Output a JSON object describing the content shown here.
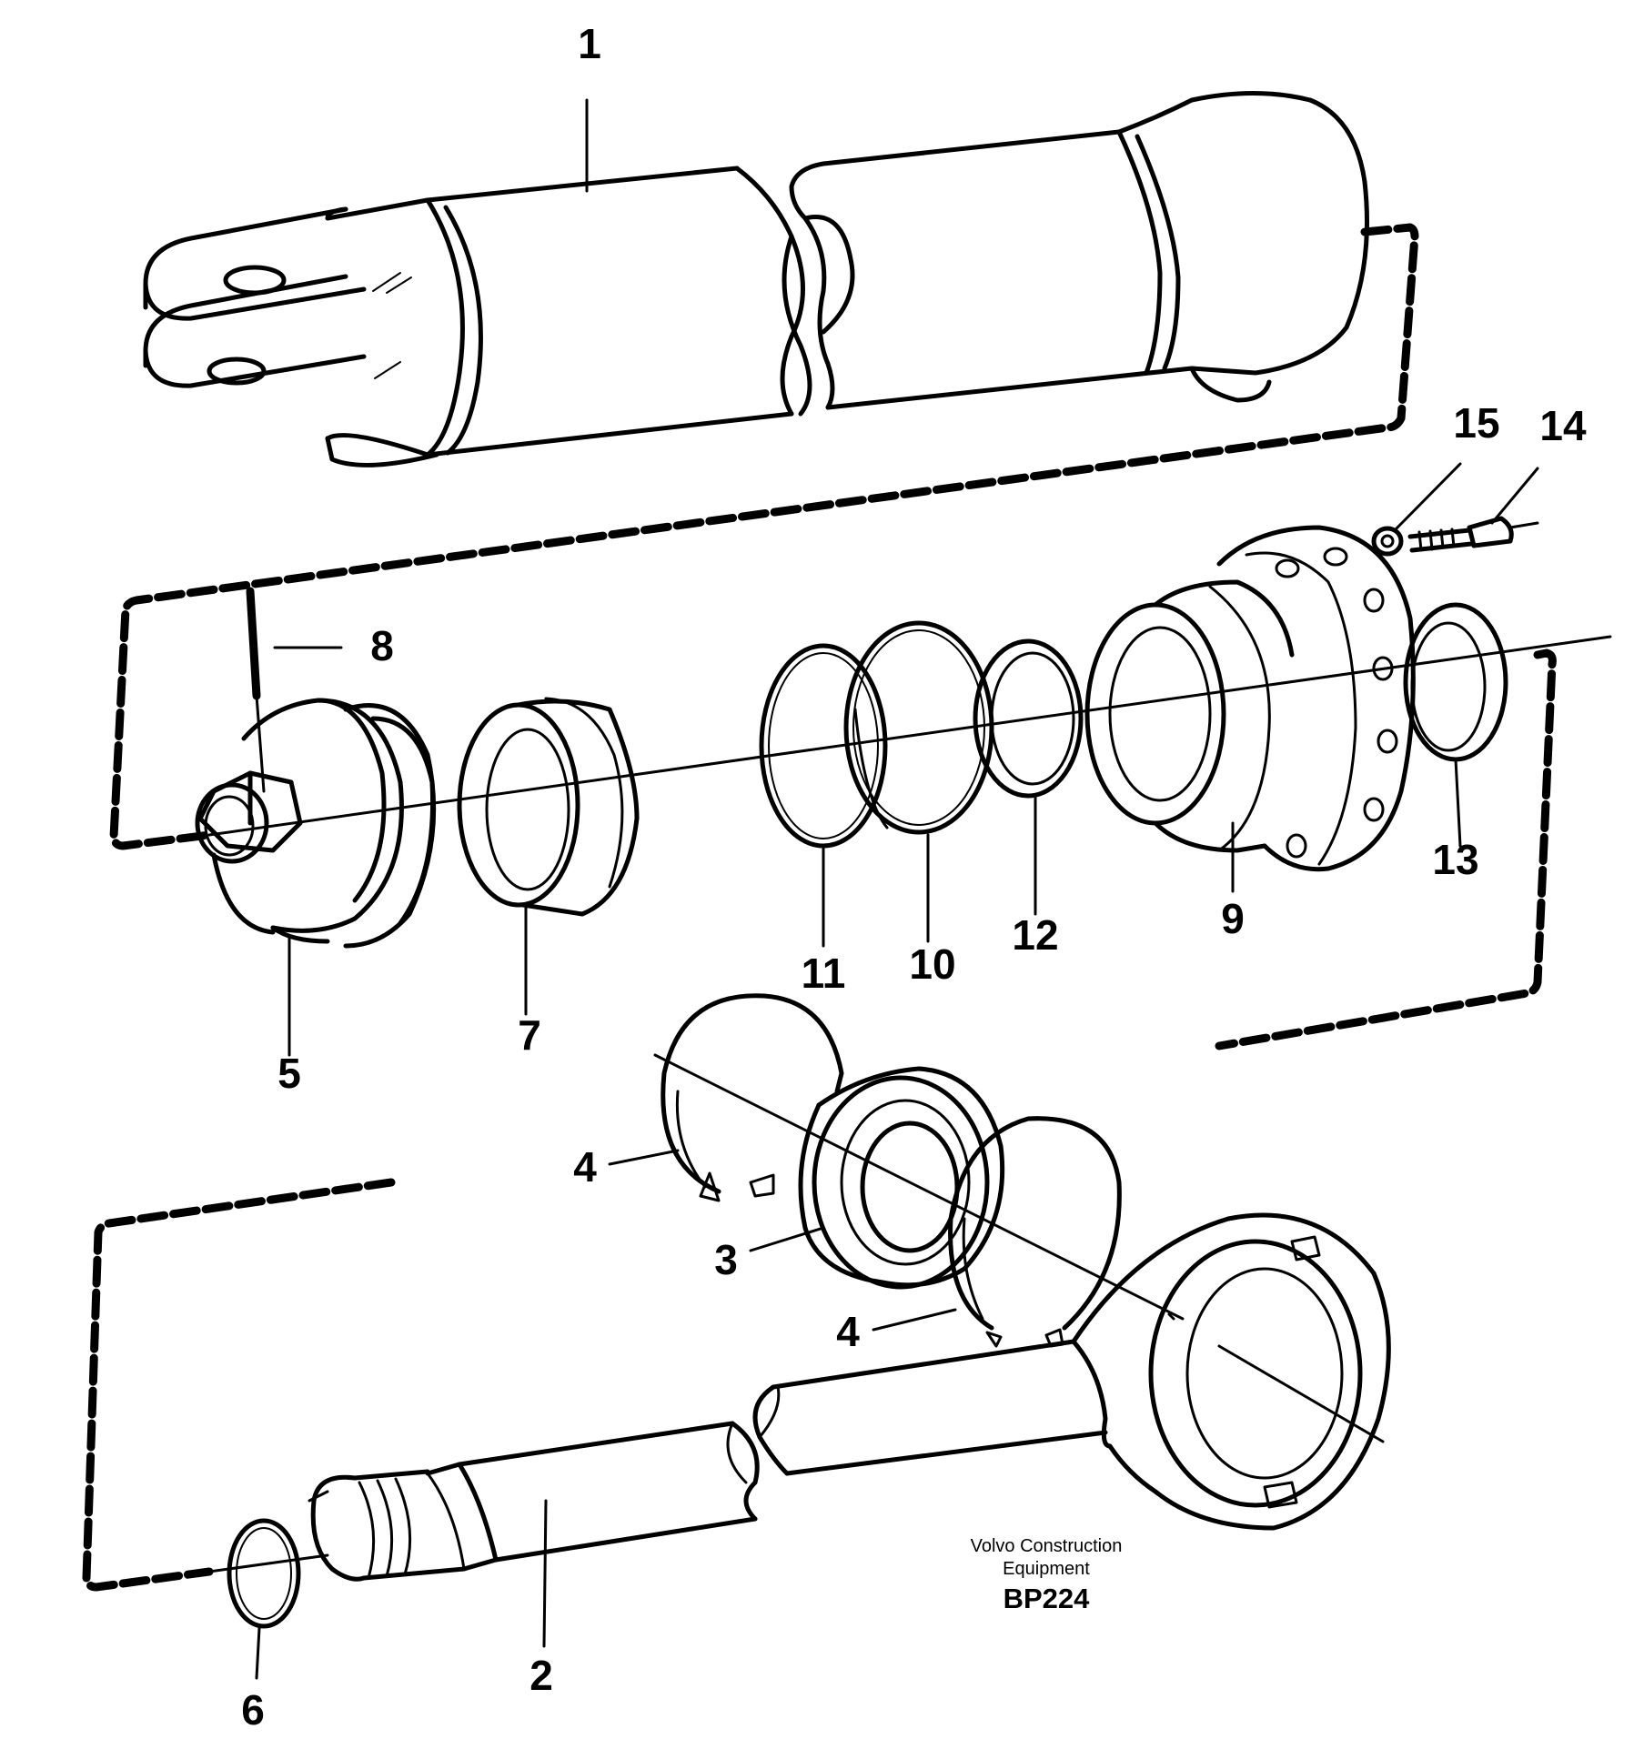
{
  "diagram": {
    "ink_color": "#000000",
    "paper_color": "#ffffff",
    "callouts": [
      "1",
      "2",
      "3",
      "4",
      "4",
      "5",
      "6",
      "7",
      "8",
      "9",
      "10",
      "11",
      "12",
      "13",
      "14",
      "15"
    ],
    "credit": {
      "line1": "Volvo Construction",
      "line2": "Equipment",
      "code": "BP224"
    }
  }
}
